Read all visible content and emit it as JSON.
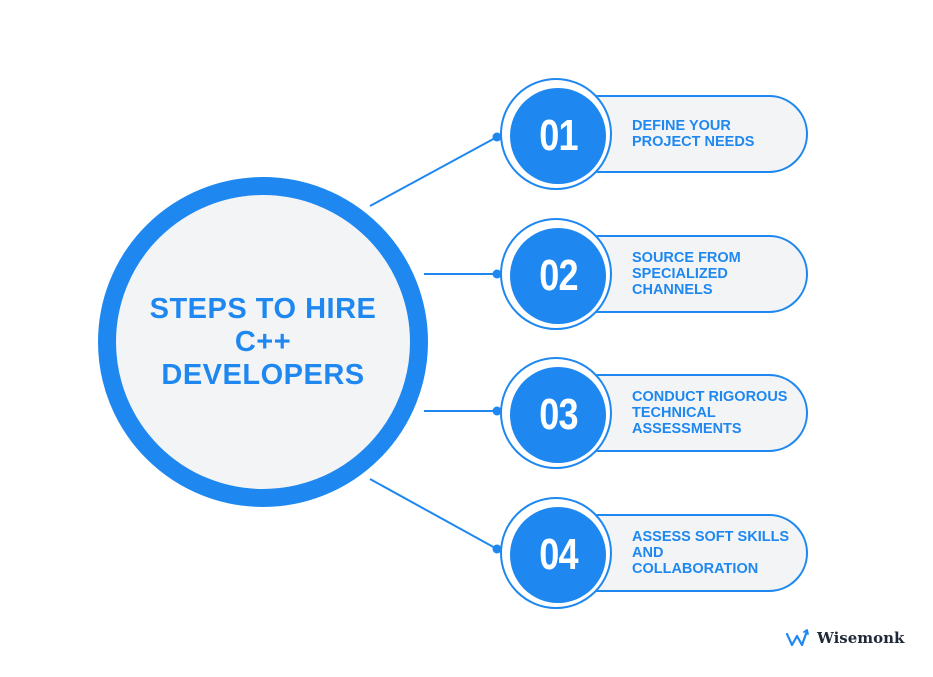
{
  "title": "STEPS TO HIRE C++ DEVELOPERS",
  "steps": [
    {
      "number": "01",
      "label": "DEFINE YOUR PROJECT NEEDS"
    },
    {
      "number": "02",
      "label": "SOURCE FROM SPECIALIZED CHANNELS"
    },
    {
      "number": "03",
      "label": "CONDUCT RIGOROUS TECHNICAL ASSESSMENTS"
    },
    {
      "number": "04",
      "label": "ASSESS SOFT SKILLS AND COLLABORATION"
    }
  ],
  "brand": {
    "name": "Wisemonk",
    "icon": "wisemonk-logo-icon"
  },
  "colors": {
    "accent": "#1e88f0",
    "panel": "#f3f4f6",
    "brand_text": "#1f2937"
  }
}
